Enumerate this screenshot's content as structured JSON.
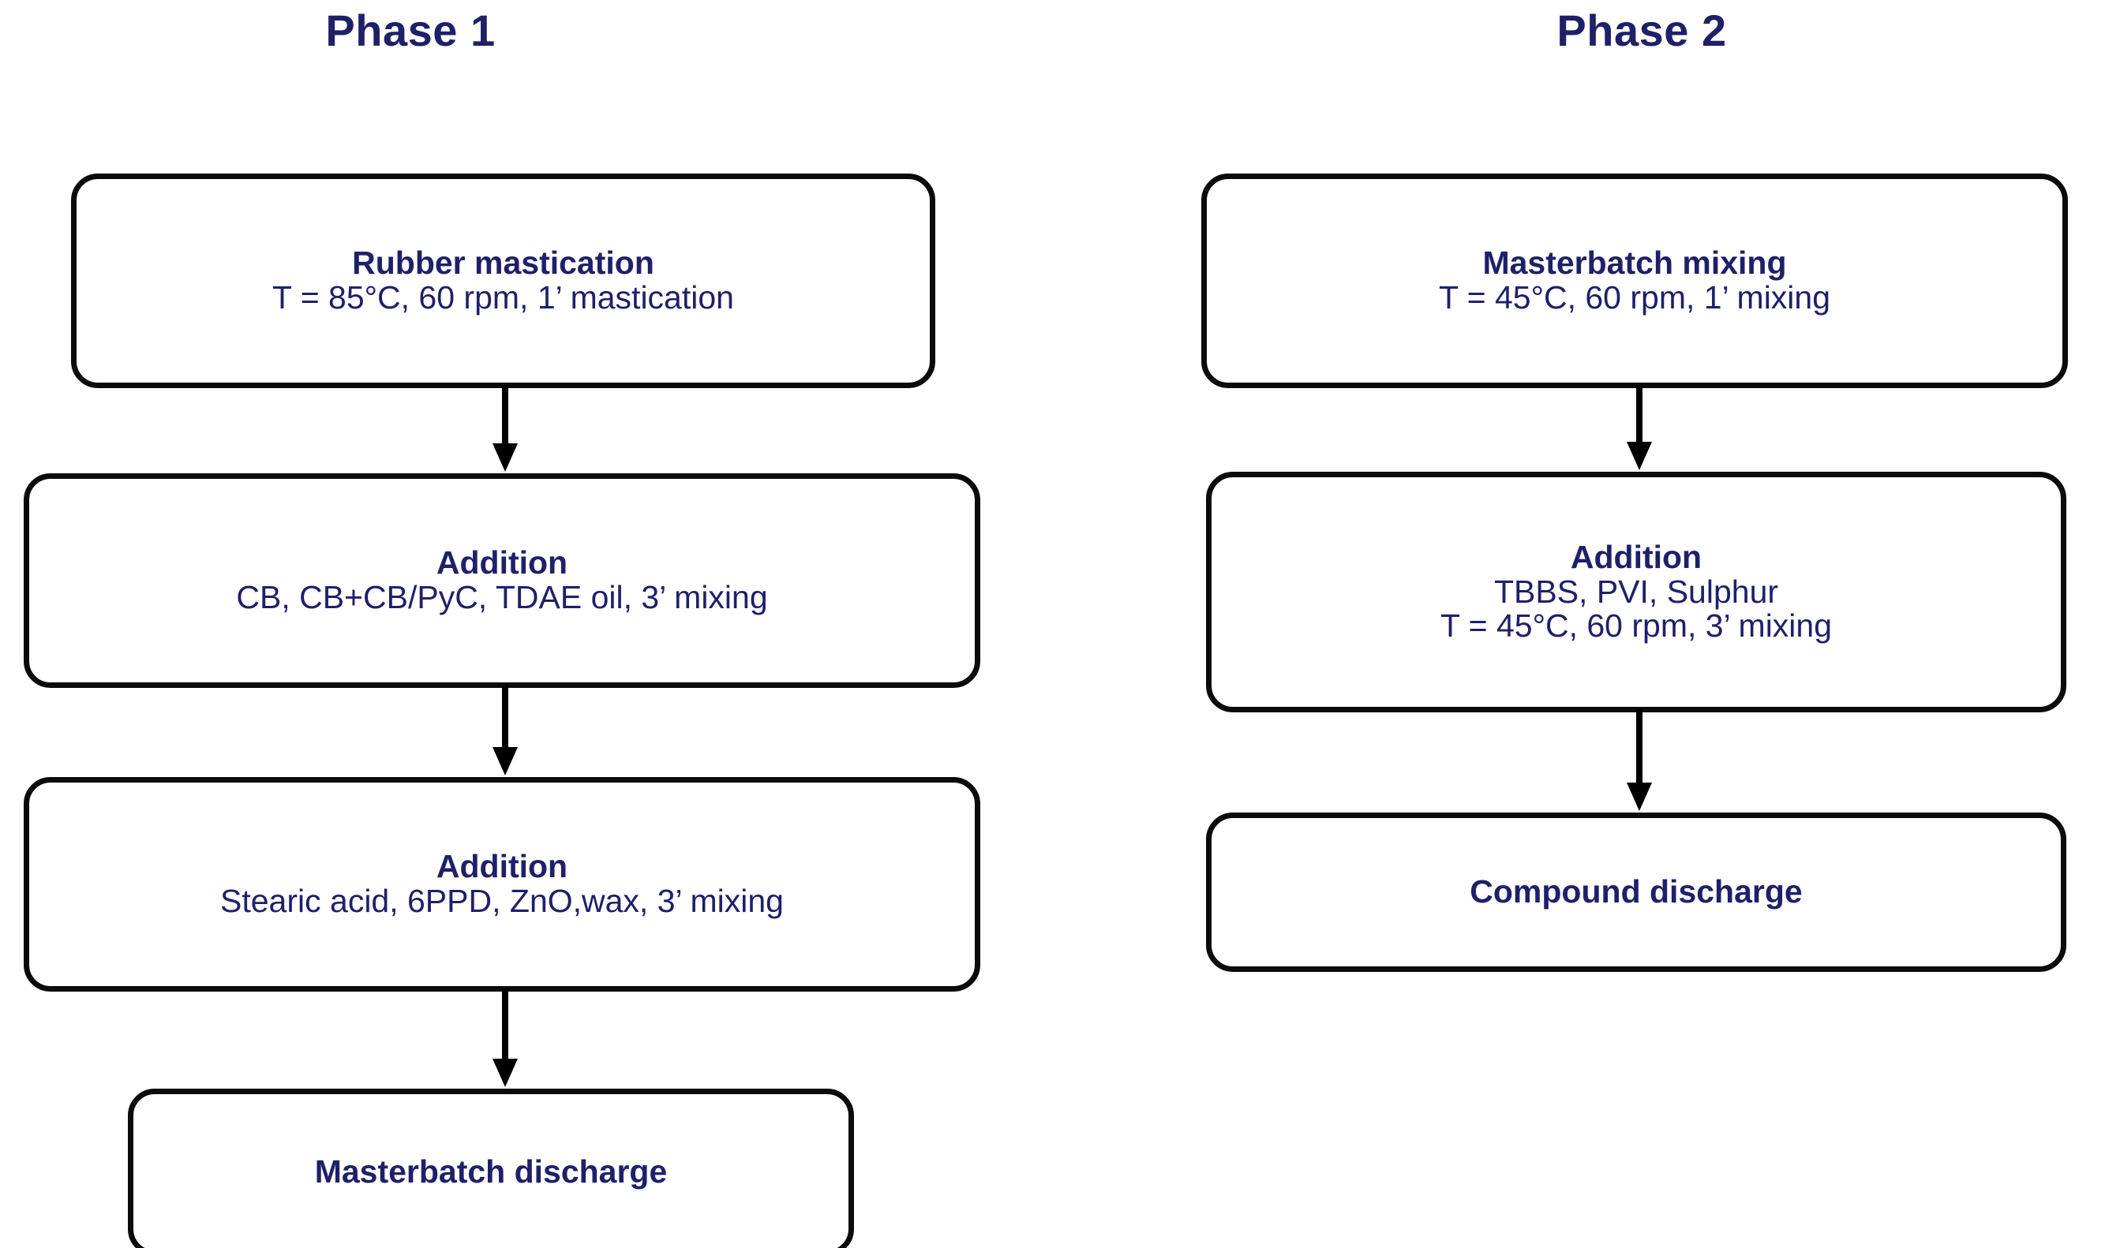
{
  "diagram": {
    "title_color": "#1f2069",
    "box_border_color": "#0b0b0b",
    "arrow_color": "#000000",
    "background": "#ffffff"
  },
  "phases": [
    {
      "id": "phase-1",
      "title": "Phase 1",
      "steps": [
        {
          "id": "p1-box-1",
          "name": "rubber-mastication",
          "heading": "Rubber mastication",
          "lines": [
            "T = 85°C, 60 rpm, 1’ mastication"
          ]
        },
        {
          "id": "p1-box-2",
          "name": "addition-fillers",
          "heading": "Addition",
          "lines": [
            "CB, CB+CB/PyC, TDAE oil, 3’ mixing"
          ]
        },
        {
          "id": "p1-box-3",
          "name": "addition-activators",
          "heading": "Addition",
          "lines": [
            "Stearic acid, 6PPD, ZnO,wax, 3’ mixing"
          ]
        },
        {
          "id": "p1-box-4",
          "name": "masterbatch-discharge",
          "heading": "Masterbatch discharge",
          "lines": []
        }
      ]
    },
    {
      "id": "phase-2",
      "title": "Phase 2",
      "steps": [
        {
          "id": "p2-box-1",
          "name": "masterbatch-mixing",
          "heading": "Masterbatch mixing",
          "lines": [
            "T = 45°C, 60 rpm, 1’ mixing"
          ]
        },
        {
          "id": "p2-box-2",
          "name": "addition-curatives",
          "heading": "Addition",
          "lines": [
            "TBBS, PVI, Sulphur",
            "T = 45°C, 60 rpm, 3’ mixing"
          ]
        },
        {
          "id": "p2-box-3",
          "name": "compound-discharge",
          "heading": "Compound discharge",
          "lines": []
        }
      ]
    }
  ],
  "connectors": [
    {
      "id": "p1-arrow-1",
      "name": "arrow-mastication-to-addition-fillers",
      "from": "p1-box-1",
      "to": "p1-box-2",
      "length": 112
    },
    {
      "id": "p1-arrow-2",
      "name": "arrow-addition-fillers-to-addition-activators",
      "from": "p1-box-2",
      "to": "p1-box-3",
      "length": 117
    },
    {
      "id": "p1-arrow-3",
      "name": "arrow-addition-activators-to-masterbatch-discharge",
      "from": "p1-box-3",
      "to": "p1-box-4",
      "length": 127
    },
    {
      "id": "p2-arrow-1",
      "name": "arrow-masterbatch-mixing-to-addition-curatives",
      "from": "p2-box-1",
      "to": "p2-box-2",
      "length": 110
    },
    {
      "id": "p2-arrow-2",
      "name": "arrow-addition-curatives-to-compound-discharge",
      "from": "p2-box-2",
      "to": "p2-box-3",
      "length": 131
    }
  ]
}
